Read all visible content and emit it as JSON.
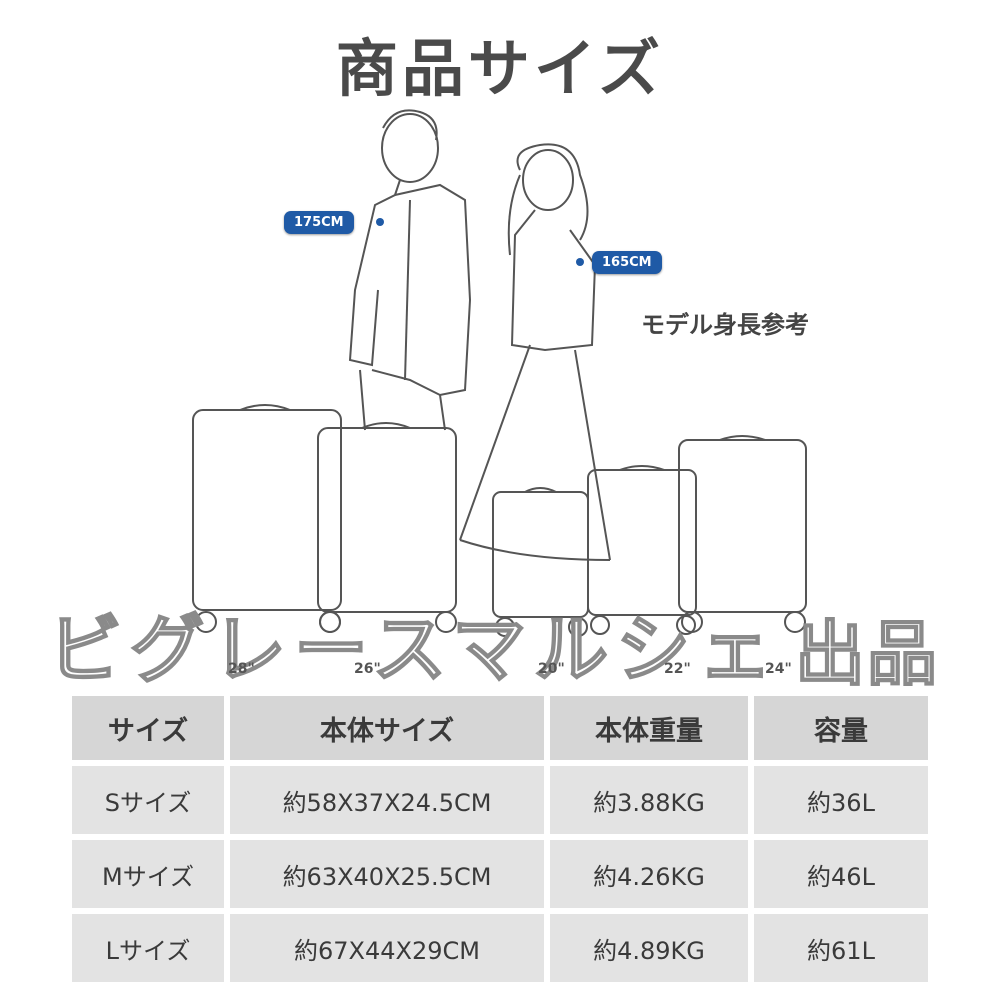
{
  "title": "商品サイズ",
  "models": {
    "man_height": "175CM",
    "woman_height": "165CM",
    "note": "モデル身長参考"
  },
  "suitcase_sizes": [
    "28\"",
    "26\"",
    "20\"",
    "22\"",
    "24\""
  ],
  "watermark": {
    "text": "ビグレースマルシェ",
    "suffix": "出品"
  },
  "table": {
    "headers": [
      "サイズ",
      "本体サイズ",
      "本体重量",
      "容量"
    ],
    "rows": [
      [
        "Sサイズ",
        "約58X37X24.5CM",
        "約3.88KG",
        "約36L"
      ],
      [
        "Mサイズ",
        "約63X40X25.5CM",
        "約4.26KG",
        "約46L"
      ],
      [
        "Lサイズ",
        "約67X44X29CM",
        "約4.89KG",
        "約61L"
      ]
    ]
  },
  "colors": {
    "badge": "#1f5aa6",
    "cell": "#e3e3e3",
    "text": "#3a3a3a"
  }
}
